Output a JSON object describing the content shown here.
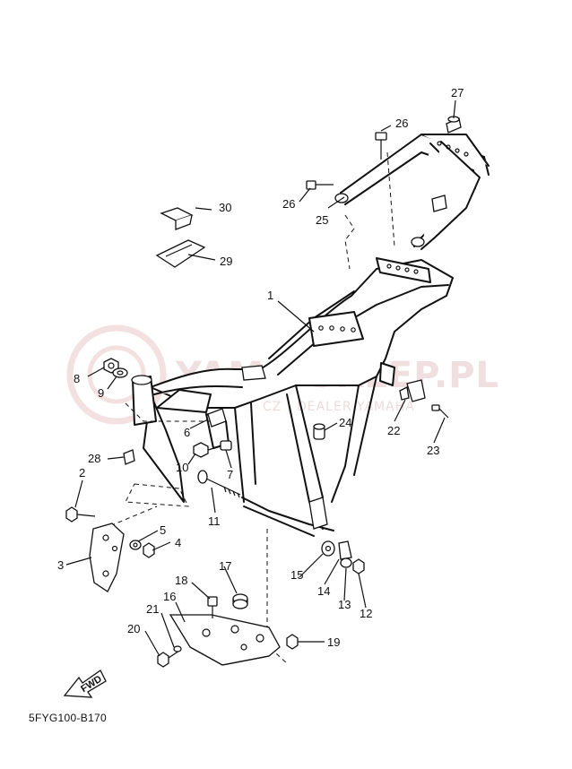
{
  "watermark": {
    "main": "YAMA-SKLEP.PL",
    "sub": "CZ | DEALER YAMAHA"
  },
  "diagram_code": "5FYG100-B170",
  "fwd_label": "FWD",
  "callouts": [
    "1",
    "2",
    "3",
    "4",
    "5",
    "6",
    "7",
    "8",
    "9",
    "10",
    "11",
    "12",
    "13",
    "14",
    "15",
    "16",
    "17",
    "18",
    "19",
    "20",
    "21",
    "22",
    "23",
    "24",
    "25",
    "26",
    "27",
    "28",
    "29",
    "30"
  ],
  "colors": {
    "line": "#111111",
    "watermark": "#f0dfe0"
  }
}
